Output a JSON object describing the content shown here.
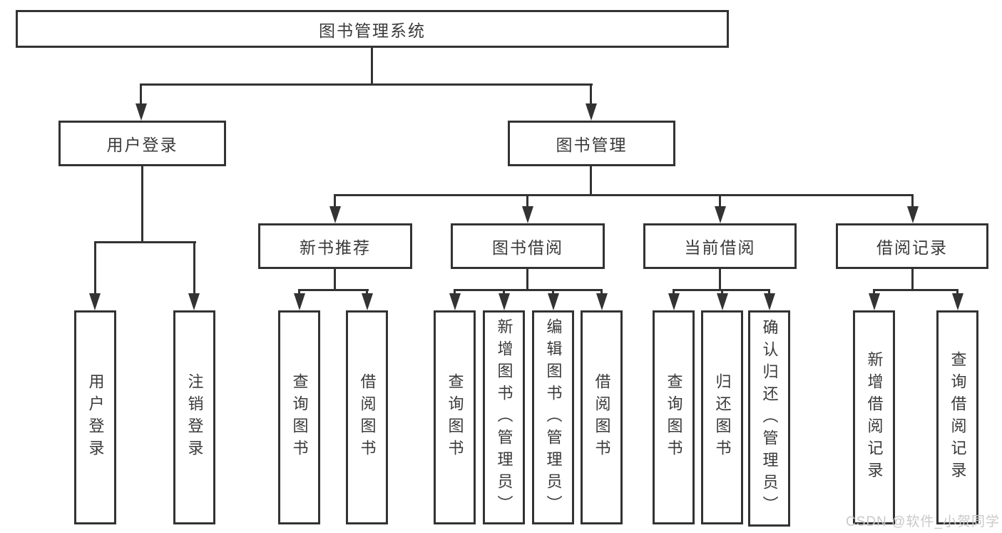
{
  "diagram": {
    "root": {
      "label": "图书管理系统"
    },
    "branches": {
      "user_login": {
        "label": "用户登录",
        "children": {
          "login": "用户登录",
          "logout": "注销登录"
        }
      },
      "book_management": {
        "label": "图书管理",
        "sections": {
          "new_book_recommend": {
            "label": "新书推荐",
            "children": {
              "query_book": "查询图书",
              "borrow_book": "借阅图书"
            }
          },
          "book_borrow": {
            "label": "图书借阅",
            "children": {
              "query_book": "查询图书",
              "add_book_admin": "新增图书（管理员）",
              "edit_book_admin": "编辑图书（管理员）",
              "borrow_book": "借阅图书"
            }
          },
          "current_borrow": {
            "label": "当前借阅",
            "children": {
              "query_book": "查询图书",
              "return_book": "归还图书",
              "confirm_return_admin": "确认归还（管理员）"
            }
          },
          "borrow_records": {
            "label": "借阅记录",
            "children": {
              "add_record": "新增借阅记录",
              "query_record": "查询借阅记录"
            }
          }
        }
      }
    },
    "colors": {
      "line": "#333333",
      "text": "#3a3a3a",
      "background": "#ffffff"
    }
  },
  "watermark": {
    "text": "CSDN @软件_小贺同学",
    "color": "#c9c9c9"
  }
}
